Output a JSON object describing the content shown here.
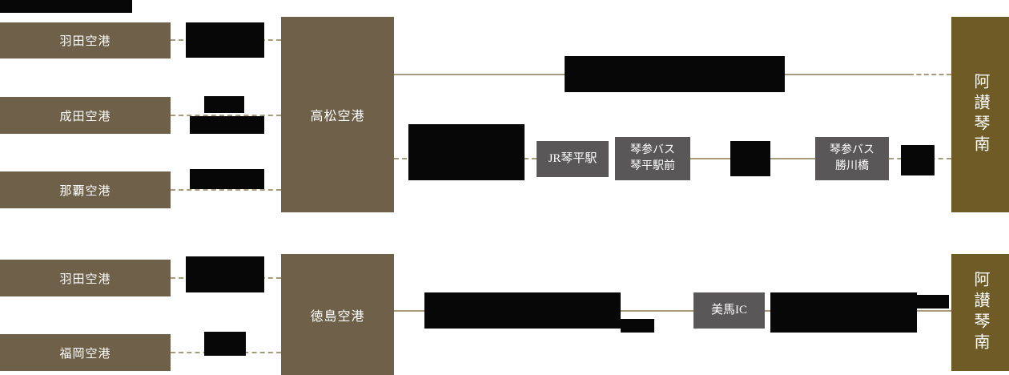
{
  "colors": {
    "background": "#ffffff",
    "origin_box": "#6e6049",
    "hub_box": "#6e6049",
    "destination_box": "#6f5b26",
    "station_box": "#595757",
    "line": "#a89a7d",
    "redacted": "#070707"
  },
  "diagram": {
    "section_takamatsu": {
      "origins": [
        "羽田空港",
        "成田空港",
        "那覇空港"
      ],
      "hub": "高松空港",
      "jr_station": "JR琴平駅",
      "bus_stop_kotohira": {
        "line1": "琴参バス",
        "line2": "琴平駅前"
      },
      "bus_stop_katsukawa": {
        "line1": "琴参バス",
        "line2": "勝川橋"
      },
      "destination": "阿讃琴南"
    },
    "section_tokushima": {
      "origins": [
        "羽田空港",
        "福岡空港"
      ],
      "hub": "徳島空港",
      "interchange": "美馬IC",
      "destination": "阿讃琴南"
    }
  }
}
